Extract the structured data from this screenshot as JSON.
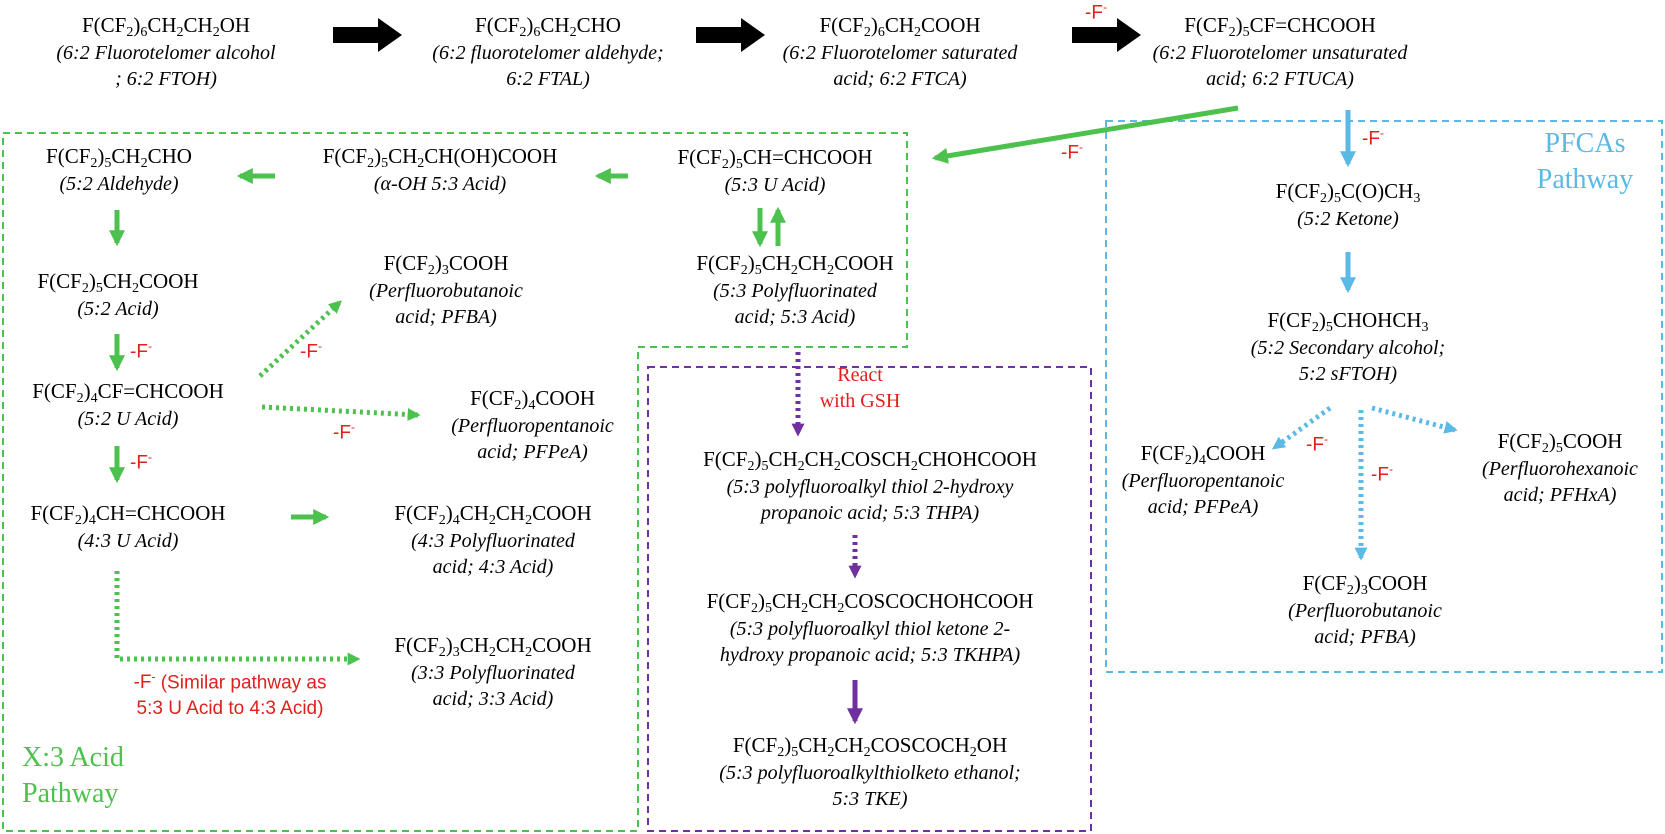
{
  "nodes": [
    {
      "id": "ftoh",
      "formula": [
        [
          "F(CF",
          "2",
          ")",
          "6",
          "CH",
          "2",
          "CH",
          "2",
          "OH"
        ]
      ],
      "desc": [
        "(6:2 Fluorotelomer alcohol",
        "; 6:2 FTOH)"
      ]
    },
    {
      "id": "ftal",
      "formula": [
        [
          "F(CF",
          "2",
          ")",
          "6",
          "CH",
          "2",
          "CHO"
        ]
      ],
      "desc": [
        "(6:2 fluorotelomer aldehyde;",
        "6:2 FTAL)"
      ]
    },
    {
      "id": "ftca",
      "formula": [
        [
          "F(CF",
          "2",
          ")",
          "6",
          "CH",
          "2",
          "COOH"
        ]
      ],
      "desc": [
        "(6:2 Fluorotelomer saturated",
        "acid; 6:2 FTCA)"
      ]
    },
    {
      "id": "ftuca",
      "formula": [
        [
          "F(CF",
          "2",
          ")",
          "5",
          "CF=CHCOOH"
        ]
      ],
      "desc": [
        "(6:2 Fluorotelomer unsaturated",
        "acid; 6:2 FTUCA)"
      ]
    },
    {
      "id": "ald52",
      "formula": [
        [
          "F(CF",
          "2",
          ")",
          "5",
          "CH",
          "2",
          "CHO"
        ]
      ],
      "desc": [
        "(5:2 Aldehyde)"
      ]
    },
    {
      "id": "aoh53",
      "formula": [
        [
          "F(CF",
          "2",
          ")",
          "5",
          "CH",
          "2",
          "CH(OH)COOH"
        ]
      ],
      "desc": [
        "(α-OH 5:3 Acid)"
      ]
    },
    {
      "id": "ua53",
      "formula": [
        [
          "F(CF",
          "2",
          ")",
          "5",
          "CH=CHCOOH"
        ]
      ],
      "desc": [
        "(5:3 U Acid)"
      ]
    },
    {
      "id": "acid52",
      "formula": [
        [
          "F(CF",
          "2",
          ")",
          "5",
          "CH",
          "2",
          "COOH"
        ]
      ],
      "desc": [
        "(5:2 Acid)"
      ]
    },
    {
      "id": "pfba1",
      "formula": [
        [
          "F(CF",
          "2",
          ")",
          "3",
          "COOH"
        ]
      ],
      "desc": [
        "(Perfluorobutanoic",
        "acid; PFBA)"
      ]
    },
    {
      "id": "acid53",
      "formula": [
        [
          "F(CF",
          "2",
          ")",
          "5",
          "CH",
          "2",
          "CH",
          "2",
          "COOH"
        ]
      ],
      "desc": [
        "(5:3 Polyfluorinated",
        "acid; 5:3 Acid)"
      ]
    },
    {
      "id": "ua52",
      "formula": [
        [
          "F(CF",
          "2",
          ")",
          "4",
          "CF=CHCOOH"
        ]
      ],
      "desc": [
        "(5:2 U Acid)"
      ]
    },
    {
      "id": "pfpea1",
      "formula": [
        [
          "F(CF",
          "2",
          ")",
          "4",
          "COOH"
        ]
      ],
      "desc": [
        "(Perfluoropentanoic",
        "acid; PFPeA)"
      ]
    },
    {
      "id": "ua43",
      "formula": [
        [
          "F(CF",
          "2",
          ")",
          "4",
          "CH=CHCOOH"
        ]
      ],
      "desc": [
        "(4:3 U Acid)"
      ]
    },
    {
      "id": "acid43",
      "formula": [
        [
          "F(CF",
          "2",
          ")",
          "4",
          "CH",
          "2",
          "CH",
          "2",
          "COOH"
        ]
      ],
      "desc": [
        "(4:3 Polyfluorinated",
        "acid; 4:3 Acid)"
      ]
    },
    {
      "id": "acid33",
      "formula": [
        [
          "F(CF",
          "2",
          ")",
          "3",
          "CH",
          "2",
          "CH",
          "2",
          "COOH"
        ]
      ],
      "desc": [
        "(3:3 Polyfluorinated",
        "acid; 3:3 Acid)"
      ]
    },
    {
      "id": "thpa",
      "formula": [
        [
          "F(CF",
          "2",
          ")",
          "5",
          "CH",
          "2",
          "CH",
          "2",
          "COSCH",
          "2",
          "CHOHCOOH"
        ]
      ],
      "desc": [
        "(5:3 polyfluoroalkyl thiol 2-hydroxy",
        "propanoic acid; 5:3 THPA)"
      ]
    },
    {
      "id": "tkhpa",
      "formula": [
        [
          "F(CF",
          "2",
          ")",
          "5",
          "CH",
          "2",
          "CH",
          "2",
          "COSCOCHOHCOOH"
        ]
      ],
      "desc": [
        "(5:3 polyfluoroalkyl thiol ketone 2-",
        "hydroxy propanoic acid; 5:3 TKHPA)"
      ]
    },
    {
      "id": "tke",
      "formula": [
        [
          "F(CF",
          "2",
          ")",
          "5",
          "CH",
          "2",
          "CH",
          "2",
          "COSCOCH",
          "2",
          "OH"
        ]
      ],
      "desc": [
        "(5:3 polyfluoroalkylthiolketo ethanol;",
        "5:3 TKE)"
      ]
    },
    {
      "id": "ketone52",
      "formula": [
        [
          "F(CF",
          "2",
          ")",
          "5",
          "C(O)CH",
          "3"
        ]
      ],
      "desc": [
        "(5:2 Ketone)"
      ]
    },
    {
      "id": "sftoh",
      "formula": [
        [
          "F(CF",
          "2",
          ")",
          "5",
          "CHOHCH",
          "3"
        ]
      ],
      "desc": [
        "(5:2 Secondary alcohol;",
        "5:2 sFTOH)"
      ]
    },
    {
      "id": "pfpea2",
      "formula": [
        [
          "F(CF",
          "2",
          ")",
          "4",
          "COOH"
        ]
      ],
      "desc": [
        "(Perfluoropentanoic",
        "acid; PFPeA)"
      ]
    },
    {
      "id": "pfhxa",
      "formula": [
        [
          "F(CF",
          "2",
          ")",
          "5",
          "COOH"
        ]
      ],
      "desc": [
        "(Perfluorohexanoic",
        "acid; PFHxA)"
      ]
    },
    {
      "id": "pfba2",
      "formula": [
        [
          "F(CF",
          "2",
          ")",
          "3",
          "COOH"
        ]
      ],
      "desc": [
        "(Perfluorobutanoic",
        "acid; PFBA)"
      ]
    }
  ],
  "labels": {
    "fminus": "-F",
    "fminus_sup": "-",
    "react_gsh": [
      "React",
      "with GSH"
    ],
    "similar_note": [
      "(Similar pathway as",
      "5:3 U Acid to 4:3 Acid)"
    ],
    "x3_pathway": [
      "X:3 Acid",
      "Pathway"
    ],
    "pfcas_pathway": [
      "PFCAs",
      "Pathway"
    ]
  },
  "colors": {
    "green": "#4cc14e",
    "blue": "#5bb9e6",
    "purple": "#7030a0",
    "black": "#000000",
    "red": "#e0201c"
  }
}
